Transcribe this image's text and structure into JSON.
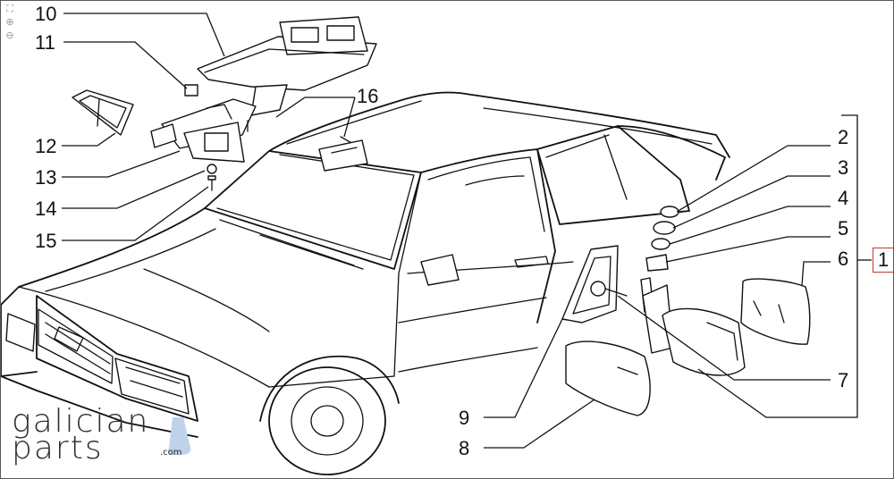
{
  "diagram": {
    "callouts": [
      "1",
      "2",
      "3",
      "4",
      "5",
      "6",
      "7",
      "8",
      "9",
      "10",
      "11",
      "12",
      "13",
      "14",
      "15",
      "16"
    ]
  },
  "logo": {
    "line1": "galician",
    "line2": "parts",
    "suffix": ".com",
    "accent_color": "#bcd3ea"
  },
  "toolbar": {
    "icons": [
      "fit-page-icon",
      "zoom-in-icon",
      "zoom-out-icon"
    ]
  }
}
